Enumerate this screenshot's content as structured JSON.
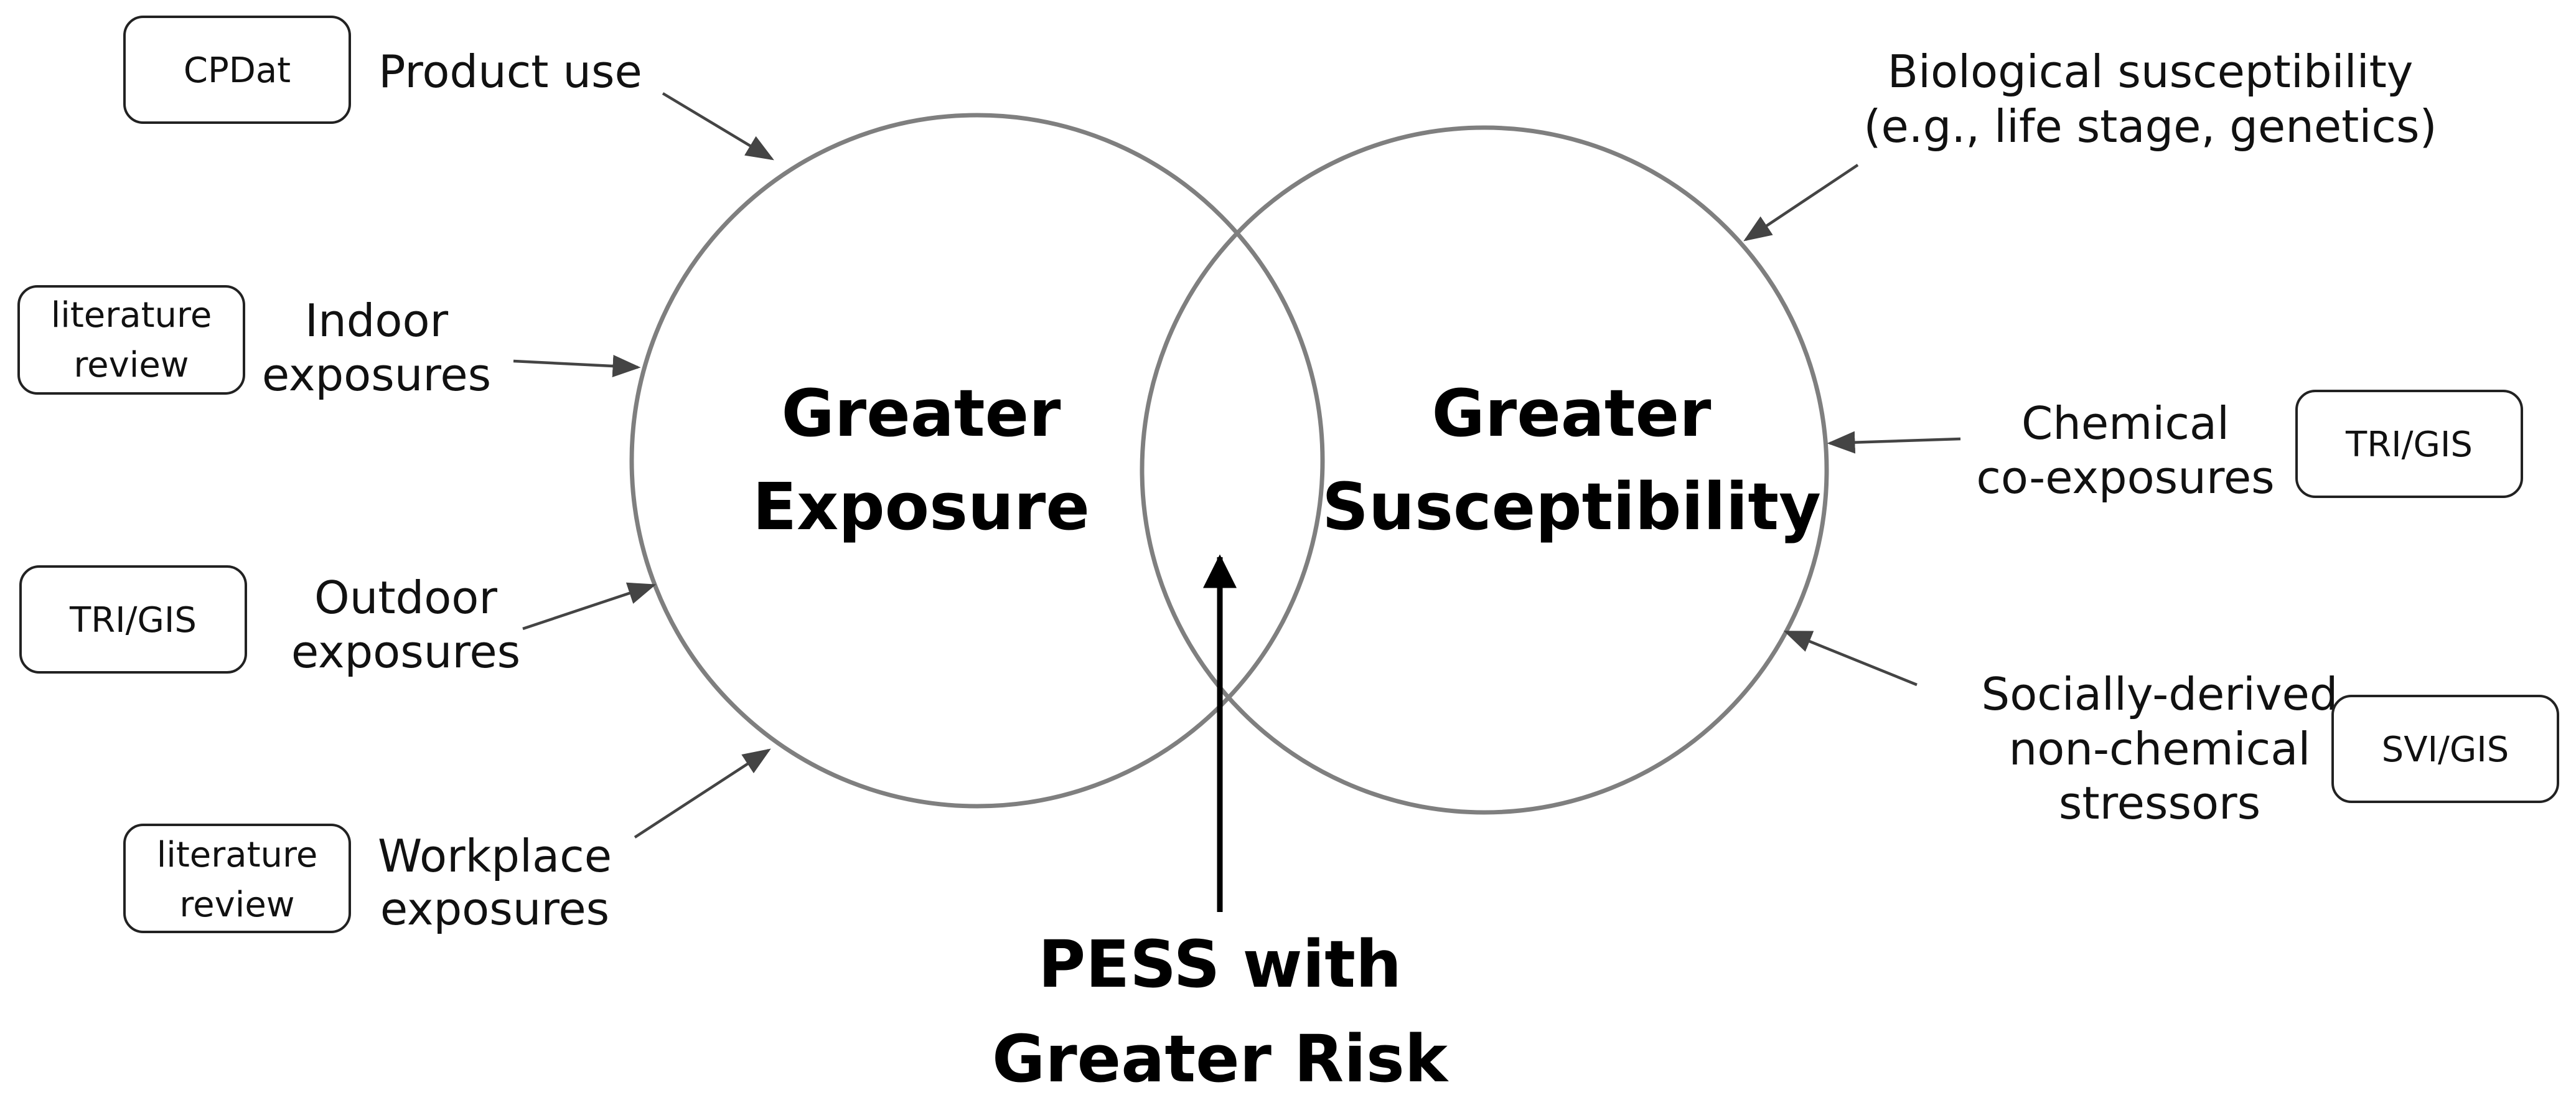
{
  "circles": {
    "exposure": {
      "line1": "Greater",
      "line2": "Exposure"
    },
    "susceptibility": {
      "line1": "Greater",
      "line2": "Susceptibility"
    }
  },
  "overlap": {
    "line1": "PESS with",
    "line2": "Greater Risk"
  },
  "left_factors": [
    {
      "id": "product-use",
      "lines": [
        "Product use"
      ],
      "tag": [
        "CPDat"
      ]
    },
    {
      "id": "indoor",
      "lines": [
        "Indoor",
        "exposures"
      ],
      "tag": [
        "literature",
        "review"
      ]
    },
    {
      "id": "outdoor",
      "lines": [
        "Outdoor",
        "exposures"
      ],
      "tag": [
        "TRI/GIS"
      ]
    },
    {
      "id": "workplace",
      "lines": [
        "Workplace",
        "exposures"
      ],
      "tag": [
        "literature",
        "review"
      ]
    }
  ],
  "right_factors": [
    {
      "id": "biological",
      "lines": [
        "Biological susceptibility",
        "(e.g., life stage, genetics)"
      ],
      "tag": []
    },
    {
      "id": "chemical",
      "lines": [
        "Chemical",
        "co-exposures"
      ],
      "tag": [
        "TRI/GIS"
      ]
    },
    {
      "id": "social",
      "lines": [
        "Socially-derived",
        "non-chemical",
        "stressors"
      ],
      "tag": [
        "SVI/GIS"
      ]
    }
  ],
  "colors": {
    "circle_stroke": "#7f7f7f",
    "connector": "#444444",
    "text": "#111111",
    "main_arrow": "#000000"
  }
}
